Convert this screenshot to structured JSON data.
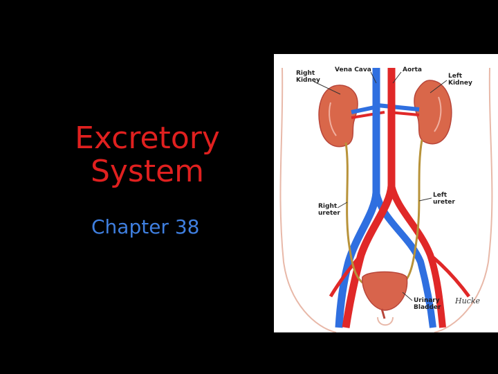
{
  "slide": {
    "title_line1": "Excretory",
    "title_line2": "System",
    "subtitle": "Chapter 38"
  },
  "diagram": {
    "labels": {
      "right_kidney_1": "Right",
      "right_kidney_2": "Kidney",
      "vena_cava": "Vena Cava",
      "aorta": "Aorta",
      "left_kidney_1": "Left",
      "left_kidney_2": "Kidney",
      "left_ureter_1": "Left",
      "left_ureter_2": "ureter",
      "right_ureter_1": "Right",
      "right_ureter_2": "ureter",
      "bladder_1": "Urinary",
      "bladder_2": "Bladder"
    },
    "signature": "Hucke",
    "colors": {
      "artery": "#e02828",
      "vein": "#2f6fe0",
      "kidney": "#d9674a",
      "ureter": "#b8933a",
      "bladder": "#d8644c"
    }
  },
  "colors": {
    "background": "#000000",
    "title": "#e0201f",
    "subtitle": "#3f7fe0"
  }
}
